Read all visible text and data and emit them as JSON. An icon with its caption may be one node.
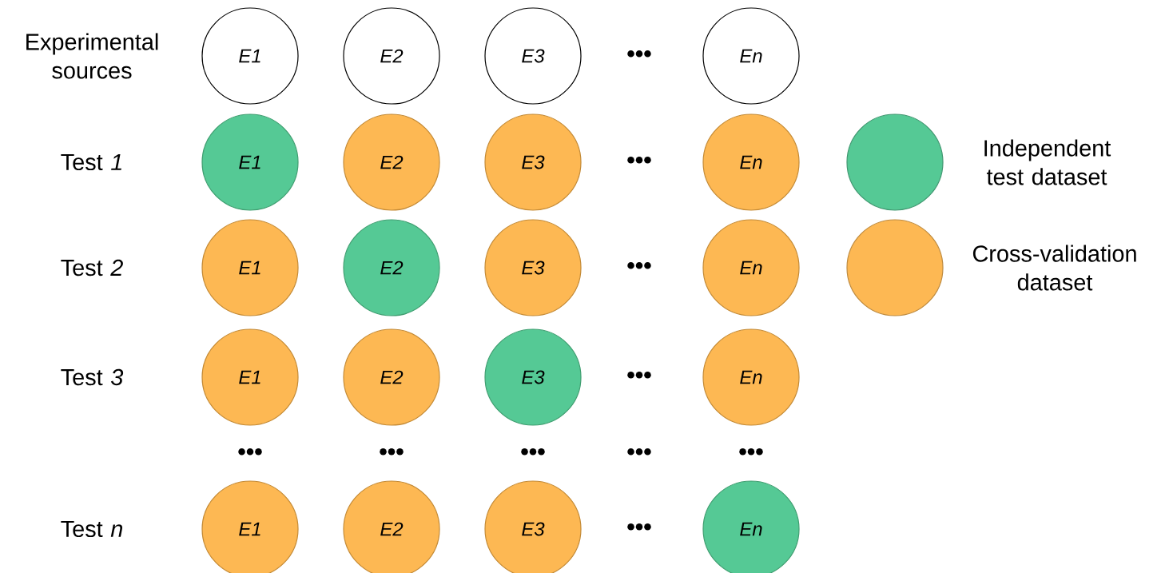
{
  "diagram": {
    "nodes": [
      {
        "text": [
          "E1"
        ]
      },
      {
        "text": [
          "E2"
        ]
      },
      {
        "text": [
          "E3"
        ]
      },
      {
        "text": [
          "En"
        ]
      },
      {
        "text": [
          "E1"
        ]
      },
      {
        "text": [
          "E2"
        ]
      },
      {
        "text": [
          "E3"
        ]
      },
      {
        "text": [
          "En"
        ]
      },
      {
        "text": [
          "E1"
        ]
      },
      {
        "text": [
          "E2"
        ]
      },
      {
        "text": [
          "E3"
        ]
      },
      {
        "text": [
          "En"
        ]
      },
      {
        "text": [
          "E1"
        ]
      },
      {
        "text": [
          "E2"
        ]
      },
      {
        "text": [
          "E3"
        ]
      },
      {
        "text": [
          "En"
        ]
      },
      {
        "text": [
          "E1"
        ]
      },
      {
        "text": [
          "E2"
        ]
      },
      {
        "text": [
          "E3"
        ]
      },
      {
        "text": [
          "En"
        ]
      }
    ],
    "labels": [
      "Experimental sources",
      "•••",
      "Test *1*",
      "•••",
      "Test *2*",
      "•••",
      "Test *3*",
      "•••",
      "•••",
      "•••",
      "•••",
      "•••",
      "•••",
      "Test *n*",
      "•••"
    ],
    "legend": [
      {
        "text": "Independent test dataset",
        "color": "#55c995"
      },
      {
        "text": "Cross-validation dataset",
        "color": "#fdb853"
      }
    ]
  }
}
